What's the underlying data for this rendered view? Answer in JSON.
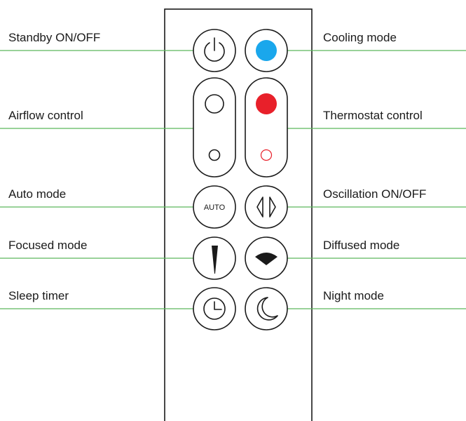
{
  "labels": {
    "standby": "Standby ON/OFF",
    "cooling": "Cooling mode",
    "airflow": "Airflow control",
    "thermostat": "Thermostat control",
    "auto": "Auto mode",
    "oscillation": "Oscillation ON/OFF",
    "focused": "Focused mode",
    "diffused": "Diffused mode",
    "sleep_timer": "Sleep timer",
    "night": "Night mode"
  },
  "buttons": {
    "auto_text": "AUTO"
  },
  "icons": {
    "standby": "power-icon",
    "cooling": "blue-dot-icon",
    "airflow_up": "large-circle-icon",
    "airflow_down": "small-circle-icon",
    "thermostat_up": "red-dot-icon",
    "thermostat_down": "small-red-circle-icon",
    "oscillation": "oscillation-arrows-icon",
    "focused": "focused-beam-icon",
    "diffused": "diffused-beam-icon",
    "sleep_timer": "clock-icon",
    "night": "moon-icon"
  },
  "colors": {
    "leader_line": "#5cb85c",
    "cooling_dot": "#1aa7ec",
    "thermostat_dot": "#e8202a",
    "outline": "#1a1a1a"
  }
}
